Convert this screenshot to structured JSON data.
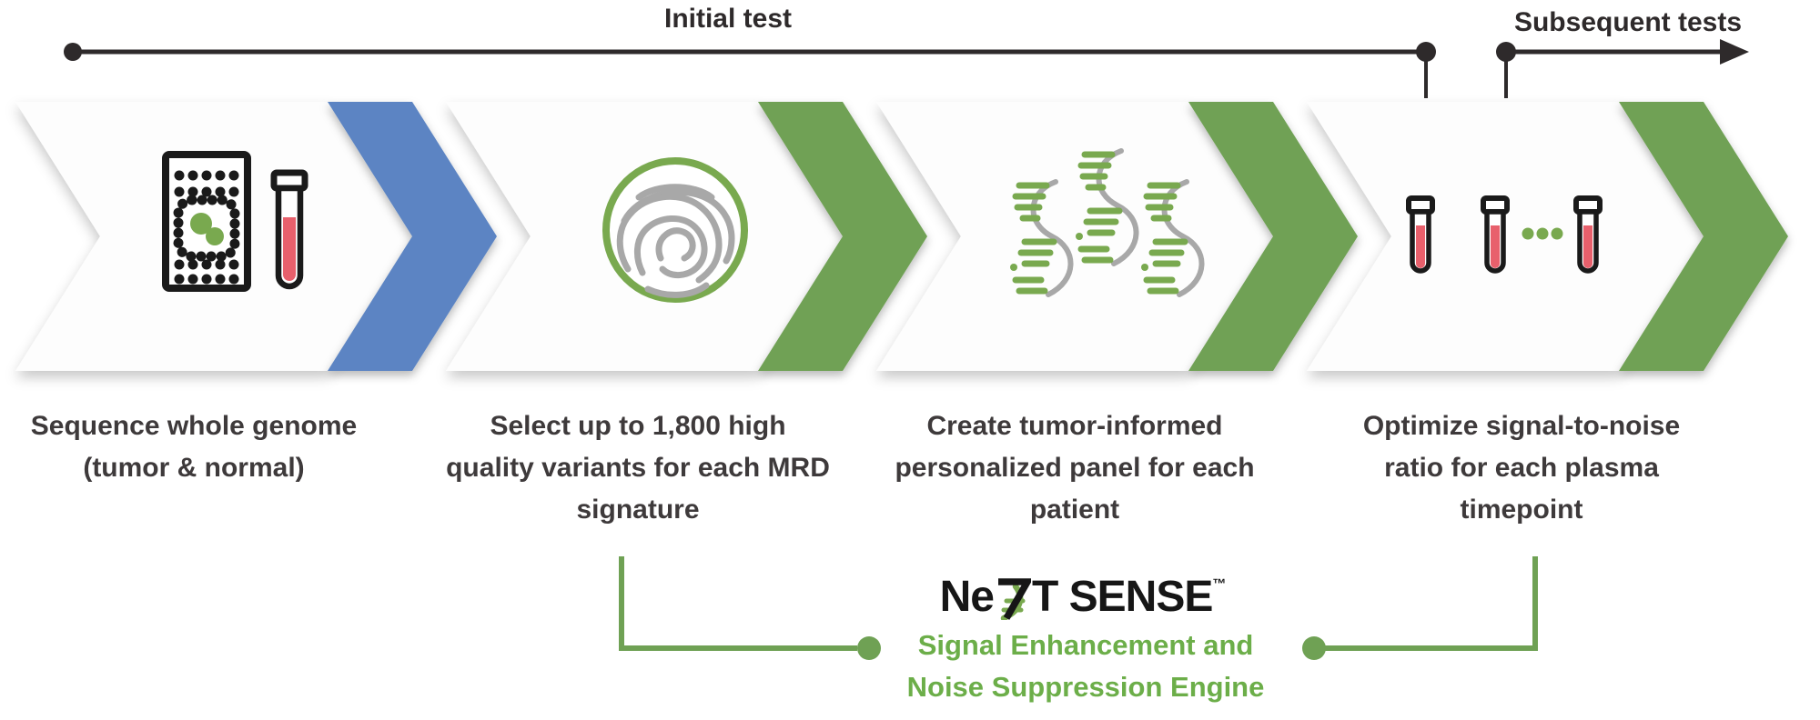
{
  "timeline": {
    "initial_label": "Initial test",
    "subsequent_label": "Subsequent tests"
  },
  "steps": [
    {
      "id": "sequence-genome",
      "icon": "chip-and-blood-tube-icon",
      "chevron_color": "#5B84C3",
      "lines": [
        "Sequence whole genome",
        "(tumor & normal)",
        ""
      ]
    },
    {
      "id": "select-variants",
      "icon": "fingerprint-icon",
      "chevron_color": "#6FA154",
      "lines": [
        "Select up to 1,800 high",
        "quality variants for each MRD",
        "signature"
      ]
    },
    {
      "id": "create-panel",
      "icon": "dna-strands-icon",
      "chevron_color": "#6FA154",
      "lines": [
        "Create tumor-informed",
        "personalized panel for each",
        "patient"
      ]
    },
    {
      "id": "optimize-signal",
      "icon": "plasma-tubes-icon",
      "chevron_color": "#6FA154",
      "lines": [
        "Optimize signal-to-noise",
        "ratio for each plasma",
        "timepoint"
      ]
    }
  ],
  "engine": {
    "brand_prefix": "Ne",
    "brand_suffix": "T SENSE",
    "trademark": "™",
    "tagline_line1": "Signal Enhancement and",
    "tagline_line2": "Noise Suppression Engine"
  },
  "colors": {
    "chevron_blue": "#5B84C3",
    "chevron_green": "#6FA154",
    "bracket_green": "#6FA154",
    "tagline_green": "#6CAE49",
    "caption_text": "#3E3A3B",
    "timeline_dark": "#2E2A2B",
    "tube_red": "#E8606C",
    "icon_green": "#79A94F",
    "fingerprint_gray": "#A8A8A8",
    "icon_black": "#1A1A1A"
  }
}
